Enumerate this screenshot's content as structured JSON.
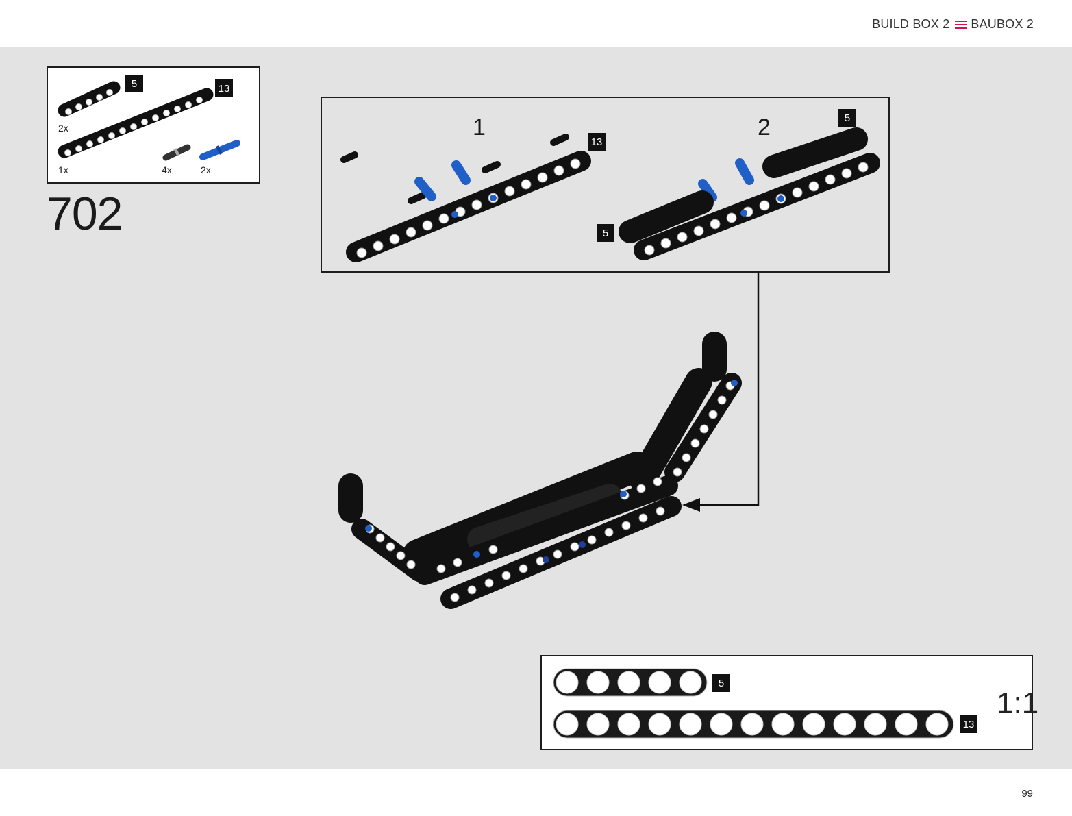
{
  "header": {
    "title_left": "BUILD BOX 2",
    "title_right": "BAUBOX 2",
    "menu_icon": "menu-icon",
    "accent": "#d3134a"
  },
  "parts": {
    "items": [
      {
        "badge": "5",
        "qty": "2x",
        "color": "#1a1a1a"
      },
      {
        "badge": "13",
        "qty": "1x",
        "color": "#1a1a1a"
      },
      {
        "qty": "4x",
        "color": "#1a1a1a"
      },
      {
        "qty": "2x",
        "color": "#1f5fc7"
      }
    ]
  },
  "step": {
    "number": "702"
  },
  "substeps": [
    {
      "number": "1",
      "badges": [
        "13"
      ]
    },
    {
      "number": "2",
      "badges": [
        "5",
        "5"
      ]
    }
  ],
  "scale": {
    "label": "1:1",
    "beams": [
      {
        "length": "5"
      },
      {
        "length": "13"
      }
    ]
  },
  "footer": {
    "page": "99"
  }
}
